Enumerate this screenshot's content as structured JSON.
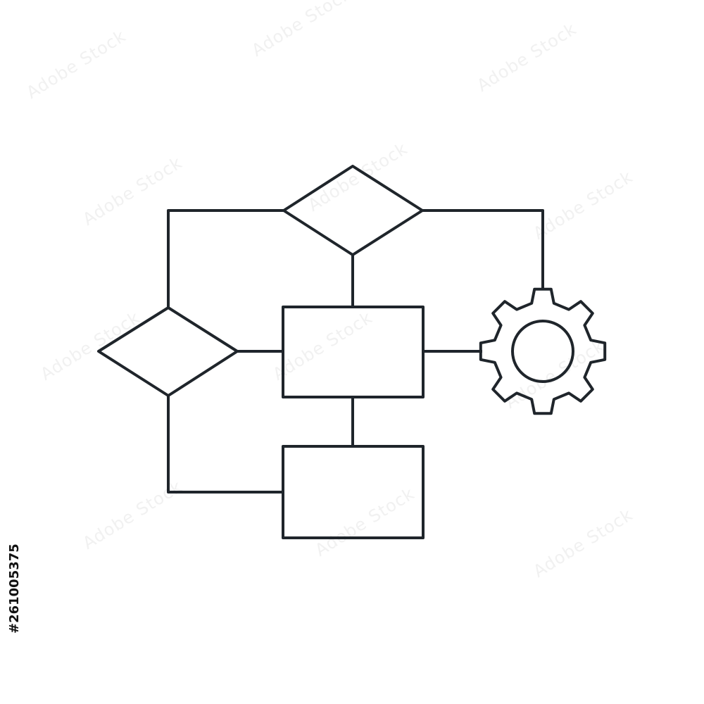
{
  "watermark": {
    "text": "Adobe Stock"
  },
  "stock_id": "#261005375",
  "colors": {
    "stroke": "#1f252b",
    "background": "#ffffff",
    "watermark": "#f1f1f1"
  },
  "diagram": {
    "nodes": [
      {
        "id": "decision-top",
        "shape": "diamond"
      },
      {
        "id": "decision-left",
        "shape": "diamond"
      },
      {
        "id": "process-center",
        "shape": "rectangle"
      },
      {
        "id": "process-bottom",
        "shape": "rectangle"
      },
      {
        "id": "settings-gear",
        "shape": "gear"
      }
    ],
    "connections": [
      [
        "decision-top",
        "decision-left"
      ],
      [
        "decision-top",
        "process-center"
      ],
      [
        "decision-top",
        "settings-gear"
      ],
      [
        "decision-left",
        "process-center"
      ],
      [
        "decision-left",
        "process-bottom"
      ],
      [
        "process-center",
        "process-bottom"
      ],
      [
        "process-center",
        "settings-gear"
      ]
    ]
  }
}
